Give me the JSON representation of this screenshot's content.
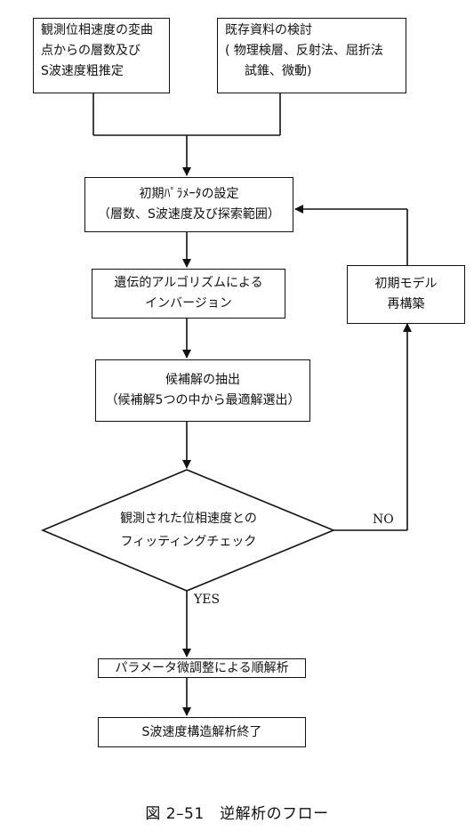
{
  "boxes": {
    "observed": [
      "観測位相速度の変曲",
      "点からの層数及び",
      "S波速度粗推定"
    ],
    "existing": [
      "既存資料の検討",
      "( 物理検層、反射法、屈折法",
      "試錐、微動)"
    ],
    "initial_params": [
      "初期ﾊﾟﾗﾒｰﾀの設定",
      "（層数、S波速度及び探索範囲）"
    ],
    "genetic": [
      "遺伝的アルゴリズムによる",
      "インバージョン"
    ],
    "candidates": [
      "候補解の抽出",
      "（候補解5つの中から最適解選出）"
    ],
    "rebuild": [
      "初期モデル",
      "再構築"
    ],
    "fitting": [
      "観測された位相速度との",
      "フィッティングチェック"
    ],
    "fine_tune": [
      "パラメータ微調整による順解析"
    ],
    "end": [
      "S波速度構造解析終了"
    ]
  },
  "labels": {
    "no": "NO",
    "yes": "YES"
  },
  "caption": "図 2–51　逆解析のフロー"
}
